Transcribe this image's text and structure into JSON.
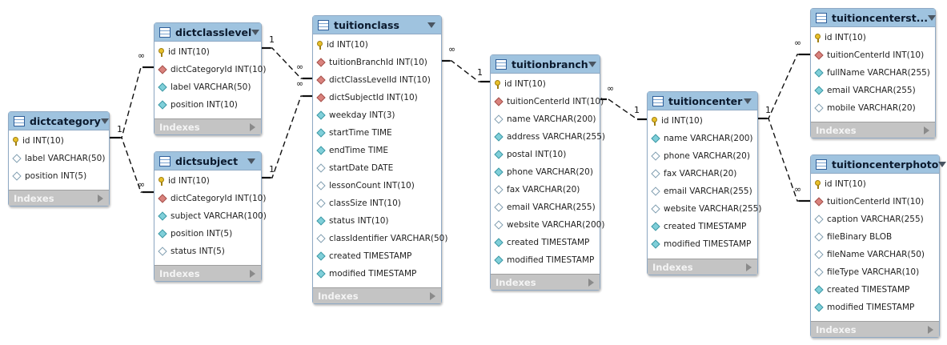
{
  "index_label": "Indexes",
  "one": "1",
  "many": "∞",
  "tables": {
    "dictcategory": {
      "name": "dictcategory",
      "columns": [
        {
          "text": "id INT(10)",
          "icon": "key"
        },
        {
          "text": "label VARCHAR(50)",
          "icon": "opt"
        },
        {
          "text": "position INT(5)",
          "icon": "opt"
        }
      ]
    },
    "dictclasslevel": {
      "name": "dictclasslevel",
      "columns": [
        {
          "text": "id INT(10)",
          "icon": "key"
        },
        {
          "text": "dictCategoryId INT(10)",
          "icon": "fk"
        },
        {
          "text": "label VARCHAR(50)",
          "icon": "nn"
        },
        {
          "text": "position INT(10)",
          "icon": "nn"
        }
      ]
    },
    "dictsubject": {
      "name": "dictsubject",
      "columns": [
        {
          "text": "id INT(10)",
          "icon": "key"
        },
        {
          "text": "dictCategoryId INT(10)",
          "icon": "fk"
        },
        {
          "text": "subject VARCHAR(100)",
          "icon": "nn"
        },
        {
          "text": "position INT(5)",
          "icon": "nn"
        },
        {
          "text": "status INT(5)",
          "icon": "opt"
        }
      ]
    },
    "tuitionclass": {
      "name": "tuitionclass",
      "columns": [
        {
          "text": "id INT(10)",
          "icon": "key"
        },
        {
          "text": "tuitionBranchId INT(10)",
          "icon": "fk"
        },
        {
          "text": "dictClassLevelId INT(10)",
          "icon": "fk"
        },
        {
          "text": "dictSubjectId INT(10)",
          "icon": "fk"
        },
        {
          "text": "weekday INT(3)",
          "icon": "nn"
        },
        {
          "text": "startTime TIME",
          "icon": "nn"
        },
        {
          "text": "endTime TIME",
          "icon": "nn"
        },
        {
          "text": "startDate DATE",
          "icon": "opt"
        },
        {
          "text": "lessonCount INT(10)",
          "icon": "opt"
        },
        {
          "text": "classSize INT(10)",
          "icon": "opt"
        },
        {
          "text": "status INT(10)",
          "icon": "nn"
        },
        {
          "text": "classIdentifier VARCHAR(50)",
          "icon": "opt"
        },
        {
          "text": "created TIMESTAMP",
          "icon": "nn"
        },
        {
          "text": "modified TIMESTAMP",
          "icon": "nn"
        }
      ]
    },
    "tuitionbranch": {
      "name": "tuitionbranch",
      "columns": [
        {
          "text": "id INT(10)",
          "icon": "key"
        },
        {
          "text": "tuitionCenterId INT(10)",
          "icon": "fk"
        },
        {
          "text": "name VARCHAR(200)",
          "icon": "opt"
        },
        {
          "text": "address VARCHAR(255)",
          "icon": "nn"
        },
        {
          "text": "postal INT(10)",
          "icon": "nn"
        },
        {
          "text": "phone VARCHAR(20)",
          "icon": "nn"
        },
        {
          "text": "fax VARCHAR(20)",
          "icon": "opt"
        },
        {
          "text": "email VARCHAR(255)",
          "icon": "opt"
        },
        {
          "text": "website VARCHAR(200)",
          "icon": "opt"
        },
        {
          "text": "created TIMESTAMP",
          "icon": "nn"
        },
        {
          "text": "modified TIMESTAMP",
          "icon": "nn"
        }
      ]
    },
    "tuitioncenter": {
      "name": "tuitioncenter",
      "columns": [
        {
          "text": "id INT(10)",
          "icon": "key"
        },
        {
          "text": "name VARCHAR(200)",
          "icon": "nn"
        },
        {
          "text": "phone VARCHAR(20)",
          "icon": "opt"
        },
        {
          "text": "fax VARCHAR(20)",
          "icon": "opt"
        },
        {
          "text": "email VARCHAR(255)",
          "icon": "opt"
        },
        {
          "text": "website VARCHAR(255)",
          "icon": "opt"
        },
        {
          "text": "created TIMESTAMP",
          "icon": "nn"
        },
        {
          "text": "modified TIMESTAMP",
          "icon": "nn"
        }
      ]
    },
    "tuitioncenterstaff": {
      "name": "tuitioncenterst...",
      "columns": [
        {
          "text": "id INT(10)",
          "icon": "key"
        },
        {
          "text": "tuitionCenterId INT(10)",
          "icon": "fk"
        },
        {
          "text": "fullName VARCHAR(255)",
          "icon": "nn"
        },
        {
          "text": "email VARCHAR(255)",
          "icon": "nn"
        },
        {
          "text": "mobile VARCHAR(20)",
          "icon": "opt"
        }
      ]
    },
    "tuitioncenterphoto": {
      "name": "tuitioncenterphoto",
      "columns": [
        {
          "text": "id INT(10)",
          "icon": "key"
        },
        {
          "text": "tuitionCenterId INT(10)",
          "icon": "fk"
        },
        {
          "text": "caption VARCHAR(255)",
          "icon": "opt"
        },
        {
          "text": "fileBinary BLOB",
          "icon": "opt"
        },
        {
          "text": "fileName VARCHAR(50)",
          "icon": "opt"
        },
        {
          "text": "fileType VARCHAR(10)",
          "icon": "opt"
        },
        {
          "text": "created TIMESTAMP",
          "icon": "nn"
        },
        {
          "text": "modified TIMESTAMP",
          "icon": "nn"
        }
      ]
    }
  }
}
